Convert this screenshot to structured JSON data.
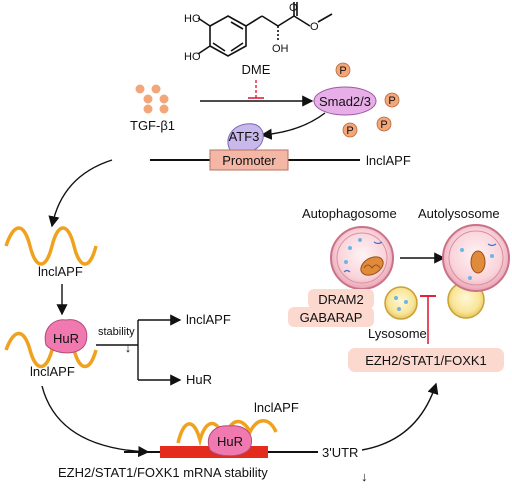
{
  "molecule": {
    "name": "DME",
    "atom_labels": [
      "HO",
      "HO",
      "O",
      "O",
      "OH"
    ]
  },
  "signals": {
    "tgf": "TGF-β1",
    "smad": "Smad2/3",
    "phospho": "P",
    "atf3": "ATF3",
    "promoter": "Promoter",
    "gene": "lnclAPF"
  },
  "rna_pathway": {
    "transcript_1": "lnclAPF",
    "hur": "HuR",
    "transcript_2": "lnclAPF",
    "stability": "stability",
    "stability_symbol": "↓",
    "branch_top": "lnclAPF",
    "branch_bottom": "HuR",
    "bottom_rna": "lnclAPF",
    "bottom_hur": "HuR",
    "utr": "3'UTR",
    "mrna_stability": "EZH2/STAT1/FOXK1 mRNA stability",
    "mrna_symbol": "↓"
  },
  "autophagy": {
    "autophagosome": "Autophagosome",
    "autolysosome": "Autolysosome",
    "dram2": "DRAM2",
    "gabarap": "GABARAP",
    "lysosome": "Lysosome",
    "ezh2_box": "EZH2/STAT1/FOXK1"
  },
  "colors": {
    "orange_rna": "#F0A21E",
    "smad_fill": "#E8AEE8",
    "hur_fill": "#F07AB0",
    "promoter_fill": "#F4B7A6",
    "phospho_fill": "#F3A67A",
    "inhibit_red": "#E0223C",
    "utr_bar": "#E32B1E",
    "pink_box": "#FBD9CF"
  }
}
